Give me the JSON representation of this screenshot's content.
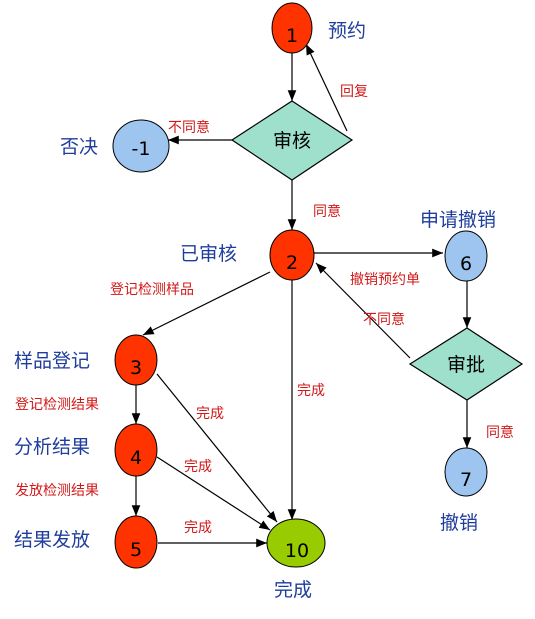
{
  "colors": {
    "state_label": "#1f3d9c",
    "edge_label": "#d21919",
    "red_node": "#ff3300",
    "blue_node": "#9ec5f0",
    "green_node": "#99cc00",
    "decision_fill": "#9ee0cc",
    "stroke": "#000000"
  },
  "nodes": {
    "n1": {
      "num": "1",
      "label": "预约"
    },
    "nm1": {
      "num": "-1",
      "label": "否决"
    },
    "n2": {
      "num": "2",
      "label": "已审核"
    },
    "n6": {
      "num": "6",
      "label": "申请撤销"
    },
    "n3": {
      "num": "3",
      "label": "样品登记"
    },
    "n4": {
      "num": "4",
      "label": "分析结果"
    },
    "n5": {
      "num": "5",
      "label": "结果发放"
    },
    "n7": {
      "num": "7",
      "label": "撤销"
    },
    "n10": {
      "num": "10",
      "label": "完成"
    }
  },
  "decisions": {
    "review": "审核",
    "approve": "审批"
  },
  "edges": {
    "reply": "回复",
    "reject": "不同意",
    "agree": "同意",
    "cancel_booking": "撤销预约单",
    "register_sample": "登记检测样品",
    "reject2": "不同意",
    "complete_2": "完成",
    "complete_3": "完成",
    "register_result": "登记检测结果",
    "complete_4": "完成",
    "issue_result": "发放检测结果",
    "complete_5": "完成",
    "agree2": "同意"
  }
}
